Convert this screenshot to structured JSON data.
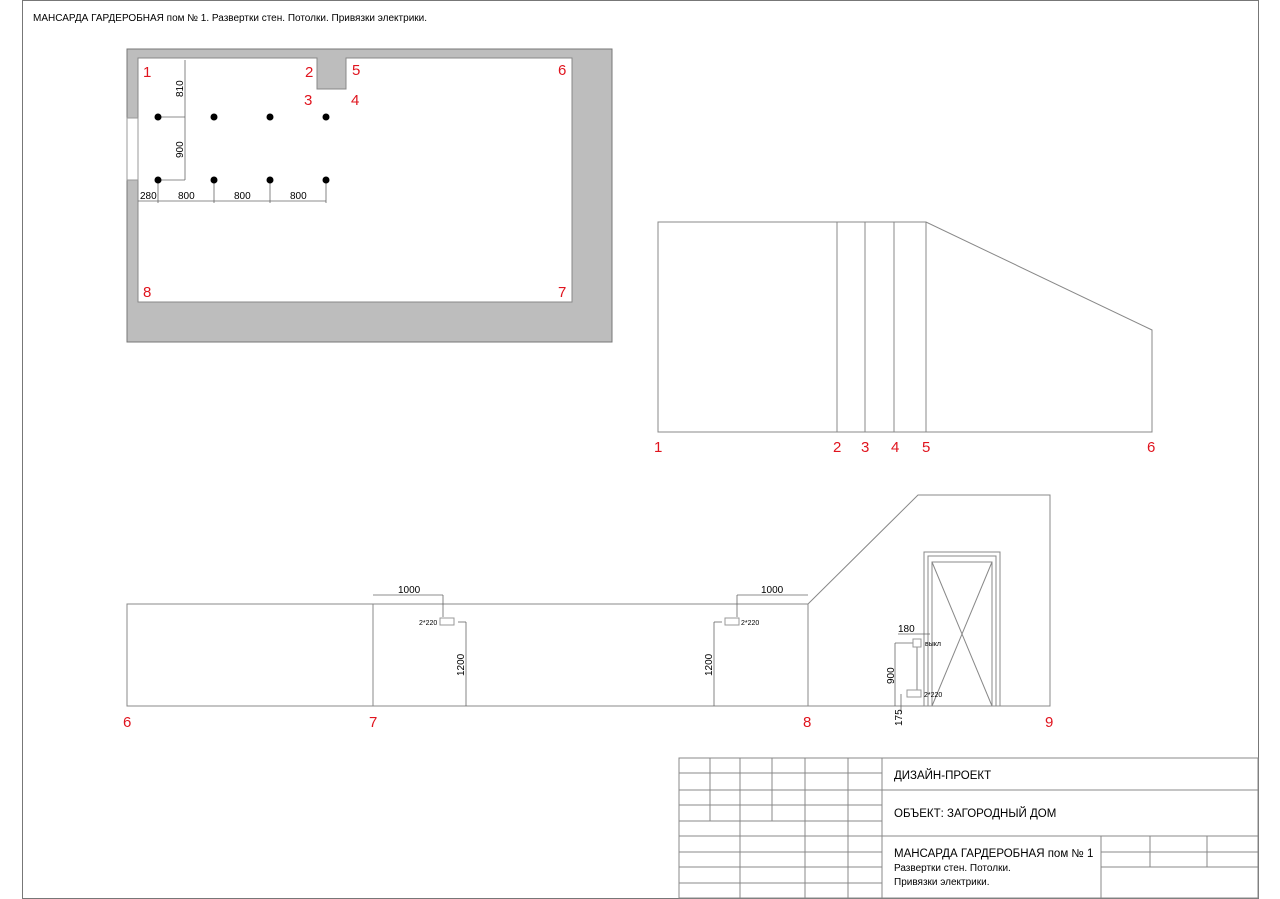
{
  "sheet_title": "МАНСАРДА  ГАРДЕРОБНАЯ пом № 1. Развертки стен. Потолки. Привязки электрики.",
  "plan": {
    "corner_labels": [
      "1",
      "2",
      "3",
      "4",
      "5",
      "6",
      "7",
      "8"
    ],
    "dims": {
      "d810": "810",
      "d900": "900",
      "d280": "280",
      "d800a": "800",
      "d800b": "800",
      "d800c": "800"
    }
  },
  "elevation_1": {
    "labels": [
      "1",
      "2",
      "3",
      "4",
      "5",
      "6"
    ]
  },
  "elevation_2": {
    "labels": [
      "6",
      "7",
      "8",
      "9"
    ],
    "dim_1000_left": "1000",
    "dim_1000_right": "1000",
    "dim_1200_left": "1200",
    "dim_1200_right": "1200",
    "socket_left": "2*220",
    "socket_right": "2*220",
    "socket_door": "2*220",
    "switch": "выкл",
    "dim_180": "180",
    "dim_900": "900",
    "dim_175": "175"
  },
  "title_block": {
    "project": "ДИЗАЙН-ПРОЕКТ",
    "object": "ОБЪЕКТ: ЗАГОРОДНЫЙ ДОМ",
    "sheet_line1": "МАНСАРДА  ГАРДЕРОБНАЯ пом № 1",
    "sheet_line2": "Развертки стен. Потолки.",
    "sheet_line3": "Привязки электрики."
  },
  "colors": {
    "label_red": "#e0141e",
    "wall_gray": "#bdbdbd"
  }
}
